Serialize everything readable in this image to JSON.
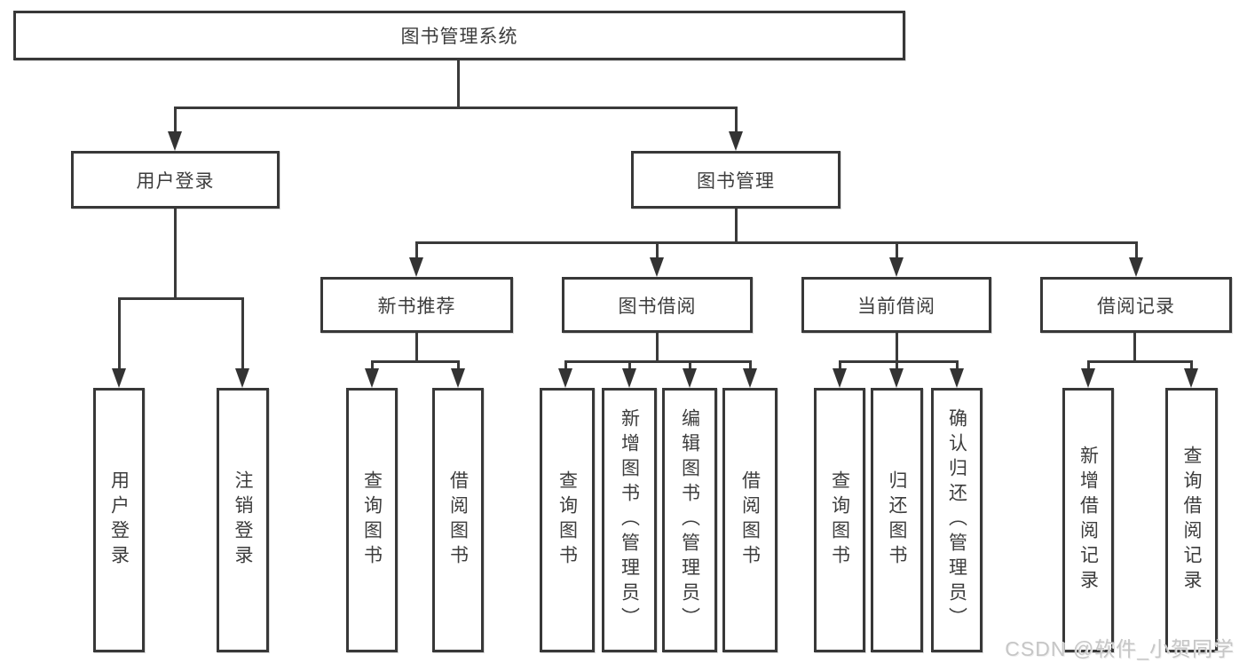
{
  "colors": {
    "line": "#3a3a3a",
    "box_border": "#383838",
    "text": "#3d3d3d",
    "watermark": "#c6c6c6"
  },
  "watermark": "CSDN @软件_小贺同学",
  "tree": {
    "root": {
      "label": "图书管理系统"
    },
    "level2": [
      {
        "label": "用户登录",
        "leaves": [
          {
            "label": "用户登录"
          },
          {
            "label": "注销登录"
          }
        ]
      },
      {
        "label": "图书管理",
        "children": [
          {
            "label": "新书推荐",
            "leaves": [
              {
                "label": "查询图书"
              },
              {
                "label": "借阅图书"
              }
            ]
          },
          {
            "label": "图书借阅",
            "leaves": [
              {
                "label": "查询图书"
              },
              {
                "label": "新增图书（管理员）"
              },
              {
                "label": "编辑图书（管理员）"
              },
              {
                "label": "借阅图书"
              }
            ]
          },
          {
            "label": "当前借阅",
            "leaves": [
              {
                "label": "查询图书"
              },
              {
                "label": "归还图书"
              },
              {
                "label": "确认归还（管理员）"
              }
            ]
          },
          {
            "label": "借阅记录",
            "leaves": [
              {
                "label": "新增借阅记录"
              },
              {
                "label": "查询借阅记录"
              }
            ]
          }
        ]
      }
    ]
  }
}
